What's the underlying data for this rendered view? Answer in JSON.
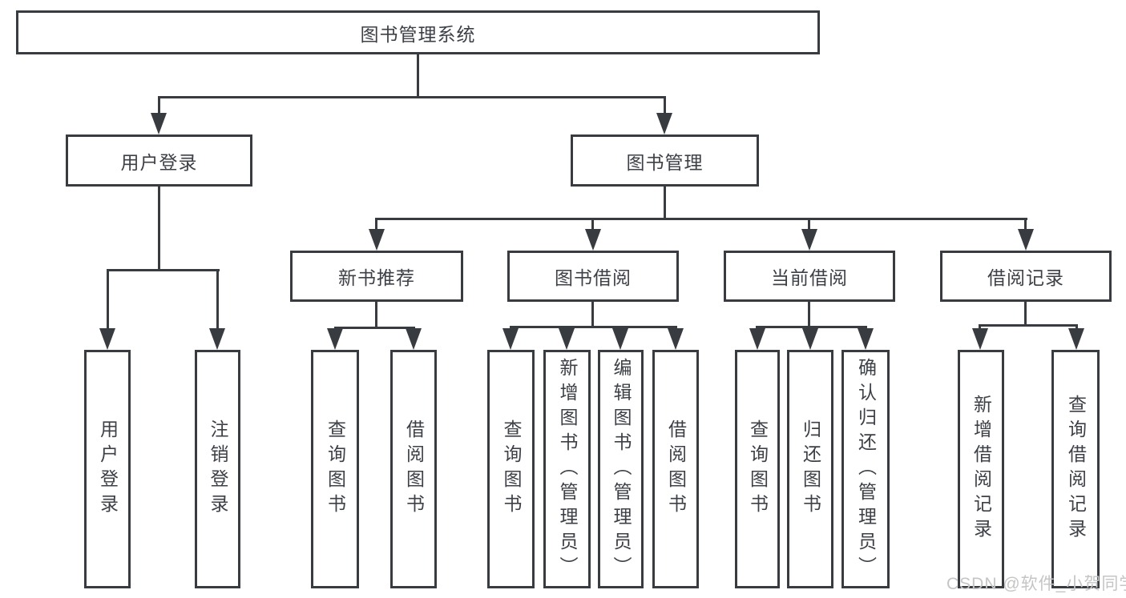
{
  "tree": {
    "root": {
      "label": "图书管理系统",
      "children": [
        {
          "label": "用户登录",
          "children": [
            {
              "label": "用户登录"
            },
            {
              "label": "注销登录"
            }
          ]
        },
        {
          "label": "图书管理",
          "children": [
            {
              "label": "新书推荐",
              "children": [
                {
                  "label": "查询图书"
                },
                {
                  "label": "借阅图书"
                }
              ]
            },
            {
              "label": "图书借阅",
              "children": [
                {
                  "label": "查询图书"
                },
                {
                  "label": "新增图书（管理员）"
                },
                {
                  "label": "编辑图书（管理员）"
                },
                {
                  "label": "借阅图书"
                }
              ]
            },
            {
              "label": "当前借阅",
              "children": [
                {
                  "label": "查询图书"
                },
                {
                  "label": "归还图书"
                },
                {
                  "label": "确认归还（管理员）"
                }
              ]
            },
            {
              "label": "借阅记录",
              "children": [
                {
                  "label": "新增借阅记录"
                },
                {
                  "label": "查询借阅记录"
                }
              ]
            }
          ]
        }
      ]
    }
  },
  "watermark": {
    "text": "CSDN @软件_小贺同学"
  },
  "colors": {
    "ink": "#383b40",
    "text": "#3d4046",
    "watermark_gray": "#c5c5c5",
    "background": "#ffffff"
  }
}
